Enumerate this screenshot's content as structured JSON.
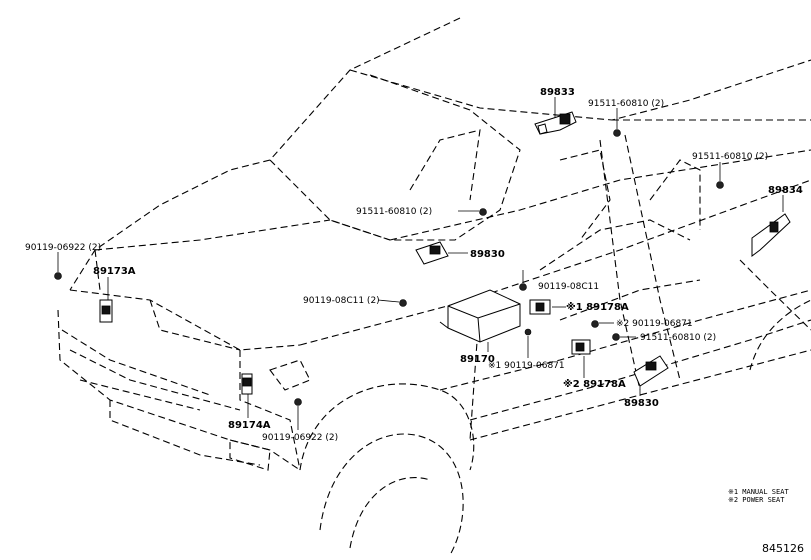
{
  "labels": {
    "p89833": "89833",
    "b91511_a": "91511-60810 (2)",
    "b91511_b": "91511-60810 (2)",
    "p89834": "89834",
    "b91511_c": "91511-60810 (2)",
    "p89830_top": "89830",
    "b90119_06922_a": "90119-06922 (2)",
    "p89173A": "89173A",
    "b90119_08C11_a": "90119-08C11 (2)",
    "b90119_08C11_b": "90119-08C11",
    "p89178A_1": "※1 89178A",
    "b90119_06871_2": "※2 90119-06871",
    "b91511_d": "91511-60810 (2)",
    "p89170": "89170",
    "b90119_06871_1": "※1  90119-06871",
    "p89178A_2": "※2 89178A",
    "p89830_bot": "89830",
    "p89174A": "89174A",
    "b90119_06922_b": "90119-06922 (2)"
  },
  "notes": {
    "manual": "※1 MANUAL SEAT",
    "power": "※2 POWER SEAT"
  },
  "ref_number": "845126"
}
